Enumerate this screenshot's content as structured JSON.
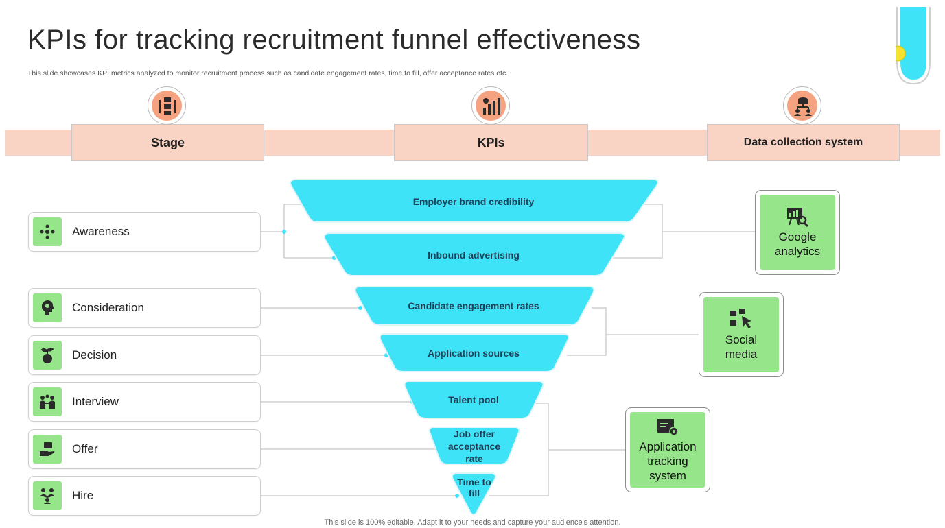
{
  "title": "KPIs for tracking recruitment funnel effectiveness",
  "subtitle": "This slide showcases KPI metrics analyzed to monitor recruitment process such as candidate engagement rates, time to fill, offer acceptance rates etc.",
  "footer": "This slide is 100% editable. Adapt it to your needs and capture your audience's attention.",
  "headers": {
    "stage": "Stage",
    "kpis": "KPIs",
    "data_collection": "Data collection system"
  },
  "header_icons": [
    "process-flow-icon",
    "chart-bars-icon",
    "database-network-icon"
  ],
  "stages": [
    {
      "label": "Awareness",
      "icon": "people-network-icon"
    },
    {
      "label": "Consideration",
      "icon": "idea-head-icon"
    },
    {
      "label": "Decision",
      "icon": "plant-coin-icon"
    },
    {
      "label": "Interview",
      "icon": "meeting-icon"
    },
    {
      "label": "Offer",
      "icon": "hand-briefcase-icon"
    },
    {
      "label": "Hire",
      "icon": "team-handshake-icon"
    }
  ],
  "kpis": [
    {
      "line1": "Employer brand credibility"
    },
    {
      "line1": "Inbound advertising"
    },
    {
      "line1": "Candidate engagement rates"
    },
    {
      "line1": "Application sources"
    },
    {
      "line1": "Talent pool"
    },
    {
      "line1": "Job offer",
      "line2": "acceptance",
      "line3": "rate"
    },
    {
      "line1": "Time to",
      "line2": "fill"
    }
  ],
  "sources": [
    {
      "line1": "Google",
      "line2": "analytics",
      "icon": "analytics-screen-icon"
    },
    {
      "line1": "Social",
      "line2": "media",
      "icon": "social-click-icon"
    },
    {
      "line1": "Application",
      "line2": "tracking",
      "line3": "system",
      "icon": "browser-gear-icon"
    }
  ],
  "colors": {
    "accent_cyan": "#3ee3f7",
    "header_band": "#f9d4c4",
    "icon_orange": "#f4a27f",
    "stage_green": "#96e58a",
    "connector_grey": "#c8c8c8"
  }
}
